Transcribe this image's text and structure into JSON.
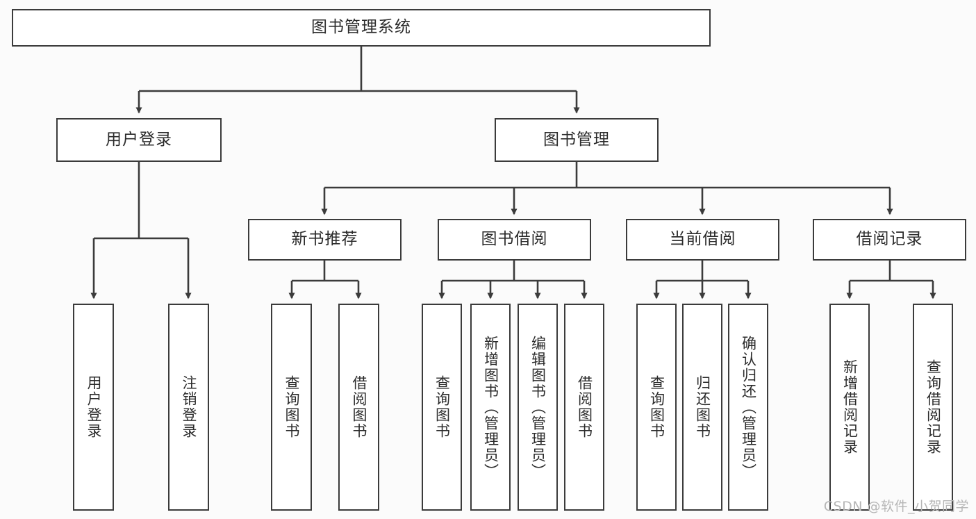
{
  "diagram": {
    "type": "tree-hierarchy-chart",
    "title": "图书管理系统",
    "background_color": "#fbfbfb",
    "line_color": "#3b3b3b",
    "box_fill": "#ffffff",
    "root": {
      "label": "图书管理系统"
    },
    "level2": [
      {
        "label": "用户登录"
      },
      {
        "label": "图书管理"
      }
    ],
    "level3": [
      {
        "label": "新书推荐"
      },
      {
        "label": "图书借阅"
      },
      {
        "label": "当前借阅"
      },
      {
        "label": "借阅记录"
      }
    ],
    "leaves": {
      "user_login": [
        "用户登录",
        "注销登录"
      ],
      "new_book_recommend": [
        "查询图书",
        "借阅图书"
      ],
      "book_borrow": [
        "查询图书",
        "新增图书（管理员）",
        "编辑图书（管理员）",
        "借阅图书"
      ],
      "current_borrow": [
        "查询图书",
        "归还图书",
        "确认归还（管理员）"
      ],
      "borrow_record": [
        "新增借阅记录",
        "查询借阅记录"
      ]
    },
    "watermark": "CSDN @软件_小贺同学"
  }
}
